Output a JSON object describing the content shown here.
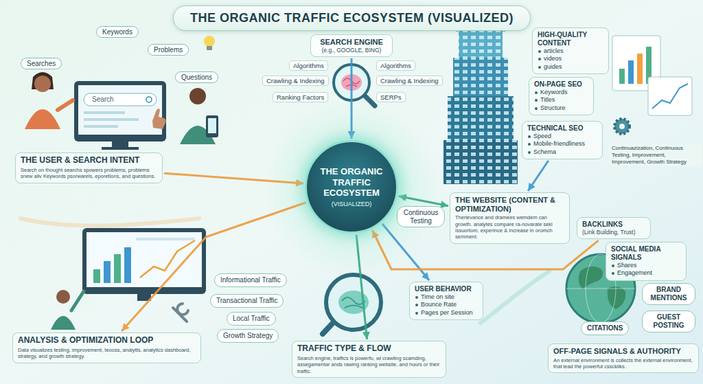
{
  "diagram": {
    "title": "THE ORGANIC TRAFFIC ECOSYSTEM (VISUALIZED)",
    "nodes": [
      {
        "text": [
          "SEARCH ENGINE",
          "(e.g., GOOGLE, BING)"
        ]
      },
      {
        "text": [
          "THE USER & SEARCH INTENT",
          "Search on thought searchs spowers problems, problems snew aliv Keywords psorwarels, eporetions, and questions."
        ]
      },
      {
        "text": [
          "THE ORGANIC TRAFFIC ECOSYSTEM",
          "(VISUALIZED)"
        ]
      },
      {
        "text": [
          "HIGH-QUALITY CONTENT",
          "articles",
          "videos",
          "guides"
        ]
      },
      {
        "text": [
          "ON-PAGE SEO",
          "Keywords",
          "Titles",
          "Structure"
        ]
      },
      {
        "text": [
          "TECHNICAL SEO",
          "Speed",
          "Mobile-friendliness",
          "Schema"
        ]
      },
      {
        "text": [
          "THE WEBSITE (CONTENT & OPTIMIZATION)",
          "Therievance and dramees wemdem can growth. analytes compare ra-novarate seki issuortom, experince & increase in oromch semment."
        ]
      },
      {
        "text": [
          "Continuous Testing"
        ]
      },
      {
        "text": [
          "BACKLINKS",
          "(Link Building, Trust)"
        ]
      },
      {
        "text": [
          "SOCIAL MEDIA SIGNALS",
          "Shares",
          "Engagement"
        ]
      },
      {
        "text": [
          "BRAND MENTIONS"
        ]
      },
      {
        "text": [
          "GUEST POSTING"
        ]
      },
      {
        "text": [
          "CITATIONS"
        ]
      },
      {
        "text": [
          "OFF-PAGE SIGNALS & AUTHORITY",
          "An external environment is collects the external environment, that lead the powerfut cssckliks."
        ]
      },
      {
        "text": [
          "ANALYSIS & OPTIMIZATION LOOP",
          "Data visualizes testing, improvement, teooss, analytts, analytics dashboard, strategy, and growth strategy."
        ]
      },
      {
        "text": [
          "Informational Traffic"
        ]
      },
      {
        "text": [
          "Transactional Traffic"
        ]
      },
      {
        "text": [
          "Local Traffic"
        ]
      },
      {
        "text": [
          "Growth Strategy"
        ]
      },
      {
        "text": [
          "TRAFFIC TYPE & FLOW",
          "Search engine, traffics is powerfu, wi crawling scamding, assegamentar ands rawing ranking website, and hours or their traffic."
        ]
      },
      {
        "text": [
          "USER BEHAVIOR",
          "Time on site",
          "Bounce Rate",
          "Pages per Session"
        ]
      }
    ],
    "edges": [
      {
        "from": 1,
        "to": 2,
        "arrow": "to"
      },
      {
        "from": 0,
        "to": 2,
        "arrow": "to"
      },
      {
        "from": 2,
        "to": 6,
        "arrow": "both"
      },
      {
        "from": 2,
        "to": 14,
        "arrow": "to"
      },
      {
        "from": 2,
        "to": 19,
        "arrow": "to"
      },
      {
        "from": 2,
        "to": 20,
        "arrow": "to"
      },
      {
        "from": 8,
        "to": 2,
        "arrow": "to"
      },
      {
        "from": 5,
        "to": 6,
        "arrow": "to"
      }
    ],
    "labels": [
      "Keywords",
      "Searches",
      "Problems",
      "Questions",
      "Search",
      "Algorithms",
      "Crawling & Indexing",
      "Ranking Factors",
      "Algorithms",
      "Crawling & Indexing",
      "SERPs",
      "Continuazization, Continuous Testing, Improvement, Improvement, Growth Strategy"
    ]
  }
}
